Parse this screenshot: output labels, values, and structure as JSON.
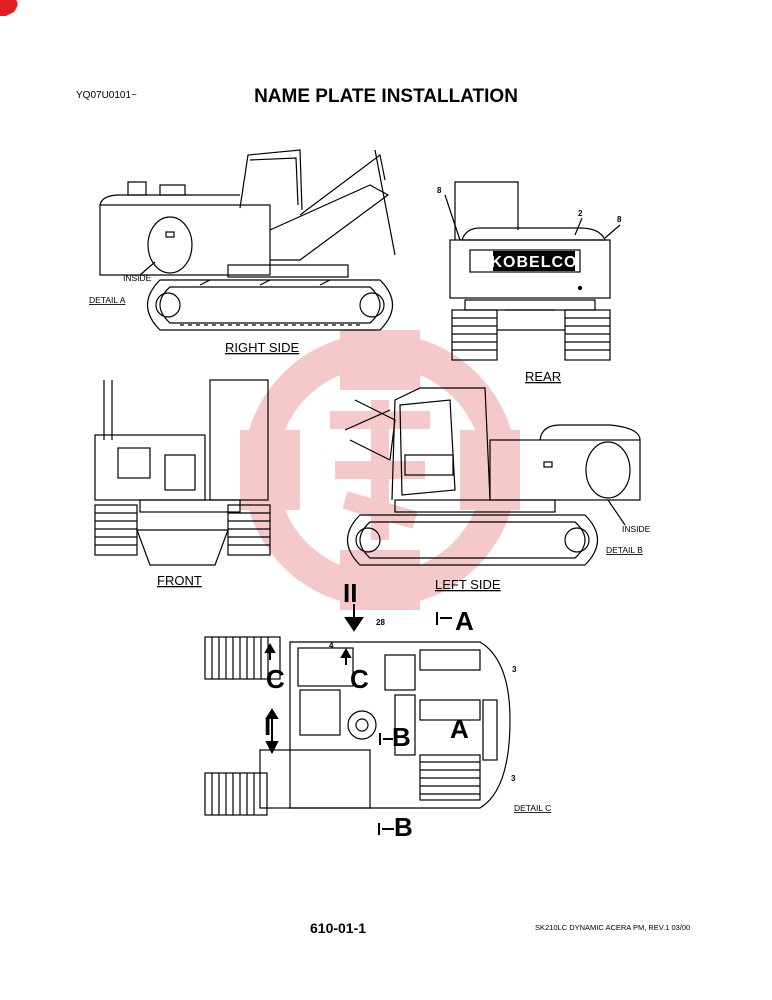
{
  "header": {
    "serial": "YQ07U0101~",
    "title": "NAME PLATE INSTALLATION"
  },
  "views": {
    "right_side": "RIGHT SIDE",
    "rear": "REAR",
    "front": "FRONT",
    "left_side": "LEFT SIDE"
  },
  "details": {
    "detail_a": "DETAIL A",
    "detail_b": "DETAIL B",
    "detail_c": "DETAIL C",
    "inside_a": "INSIDE",
    "inside_b": "INSIDE"
  },
  "brand": "KOBELCO",
  "callouts": {
    "n8_left": "8",
    "n2": "2",
    "n8_right": "8",
    "n4": "4",
    "n28": "28",
    "n3_top": "3",
    "n3_bottom": "3"
  },
  "section_marks": {
    "II": "II",
    "I": "I",
    "A_top": "A",
    "A_mid": "A",
    "B_mid": "B",
    "B_bottom": "B",
    "C_left": "C",
    "C_mid": "C"
  },
  "footer": {
    "page": "610-01-1",
    "ref": "SK210LC DYNAMIC ACERA PM,  REV.1 03/00"
  },
  "colors": {
    "watermark": "#f4c4c4",
    "corner_mark": "#e02020",
    "line": "#000000"
  }
}
